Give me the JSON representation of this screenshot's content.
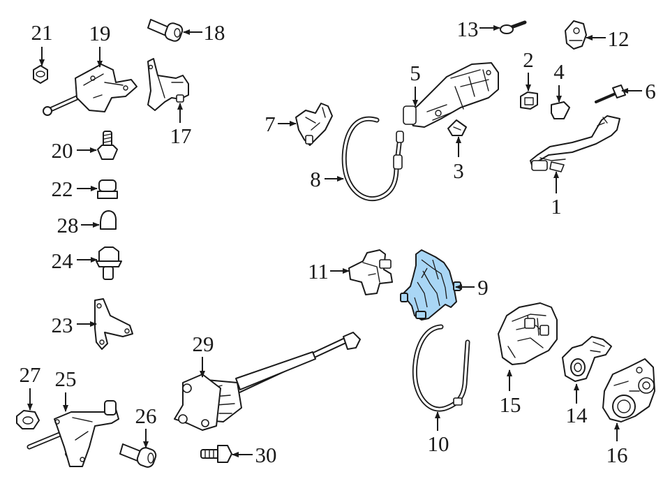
{
  "callouts": {
    "c1": "1",
    "c2": "2",
    "c3": "3",
    "c4": "4",
    "c5": "5",
    "c6": "6",
    "c7": "7",
    "c8": "8",
    "c9": "9",
    "c10": "10",
    "c11": "11",
    "c12": "12",
    "c13": "13",
    "c14": "14",
    "c15": "15",
    "c16": "16",
    "c17": "17",
    "c18": "18",
    "c19": "19",
    "c20": "20",
    "c21": "21",
    "c22": "22",
    "c23": "23",
    "c24": "24",
    "c25": "25",
    "c26": "26",
    "c27": "27",
    "c28": "28",
    "c29": "29",
    "c30": "30"
  },
  "colors": {
    "highlight": "#a9d6f5",
    "line": "#1a1a1a",
    "background": "#ffffff"
  }
}
